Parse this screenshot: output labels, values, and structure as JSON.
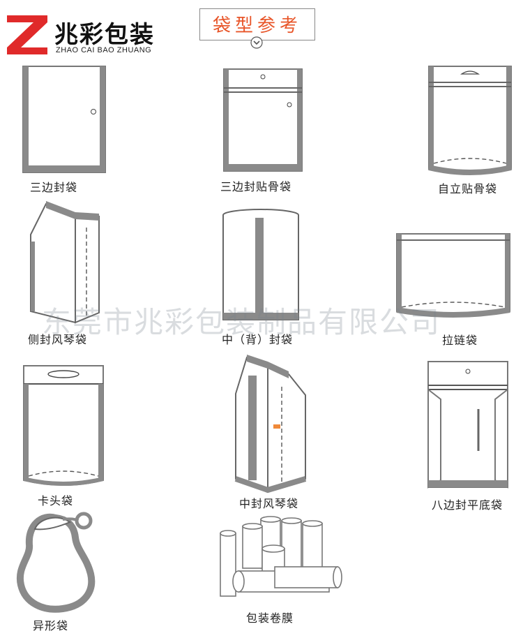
{
  "brand": {
    "name_cn": "兆彩包装",
    "name_en": "ZHAO CAI BAO ZHUANG",
    "accent": "#e02a2a"
  },
  "header": {
    "title": "袋型参考",
    "title_color": "#e8562a"
  },
  "watermark": "东莞市兆彩包装制品有限公司",
  "bag_types": [
    {
      "label": "三边封袋"
    },
    {
      "label": "三边封贴骨袋"
    },
    {
      "label": "自立贴骨袋"
    },
    {
      "label": "侧封风琴袋"
    },
    {
      "label": "中（背）封袋"
    },
    {
      "label": "拉链袋"
    },
    {
      "label": "卡头袋"
    },
    {
      "label": "中封风琴袋"
    },
    {
      "label": "八边封平底袋"
    },
    {
      "label": "异形袋"
    },
    {
      "label": "包装卷膜"
    }
  ]
}
